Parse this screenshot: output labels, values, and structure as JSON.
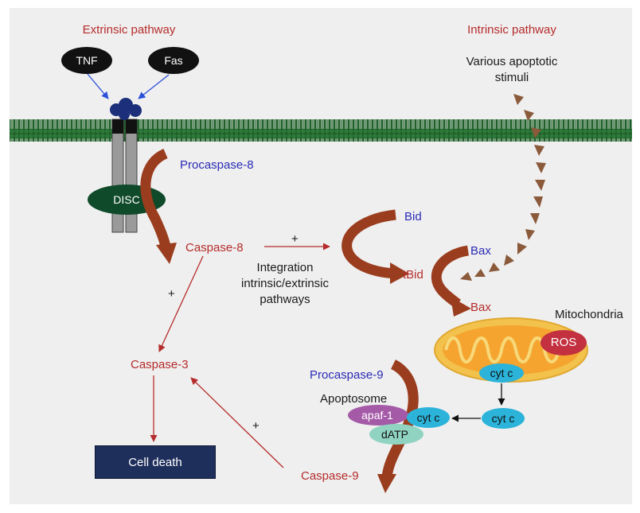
{
  "pathways": {
    "extrinsic": "Extrinsic pathway",
    "intrinsic": "Intrinsic pathway",
    "stimuli": "Various apoptotic\nstimuli"
  },
  "ligands": {
    "tnf": "TNF",
    "fas": "Fas"
  },
  "complexes": {
    "disc": "DISC",
    "apoptosome": "Apoptosome",
    "mitochondria": "Mitochondria",
    "ros": "ROS"
  },
  "proteins": {
    "procaspase8": "Procaspase-8",
    "caspase8": "Caspase-8",
    "caspase3": "Caspase-3",
    "procaspase9": "Procaspase-9",
    "caspase9": "Caspase-9",
    "bid": "Bid",
    "tbid": "tBid",
    "bax_top": "Bax",
    "bax_bottom": "Bax",
    "cytc_mito": "cyt c",
    "cytc_mid": "cyt c",
    "cytc_apop": "cyt c",
    "apaf1": "apaf-1",
    "datp": "dATP"
  },
  "integration": "Integration\nintrinsic/extrinsic\npathways",
  "plus_signs": {
    "casp8_to_bid": "+",
    "casp8_to_casp3": "+",
    "casp9_to_casp3": "+"
  },
  "outcome": "Cell death",
  "colors": {
    "red_text": "#b62b2b",
    "blue_text": "#2b2bb6",
    "membrane": "#1f5f2a",
    "curved_arrow": "#9a3d1e",
    "dashed_arrow": "#8a5a3a",
    "disc": "#0f4a2a",
    "mito_outer": "#f2c24c",
    "ros": "#c33040",
    "cytc": "#2bb3d9",
    "apaf1": "#a55aa8",
    "datp": "#8fd3c0",
    "cell_death_box": "#1f2f5c"
  }
}
